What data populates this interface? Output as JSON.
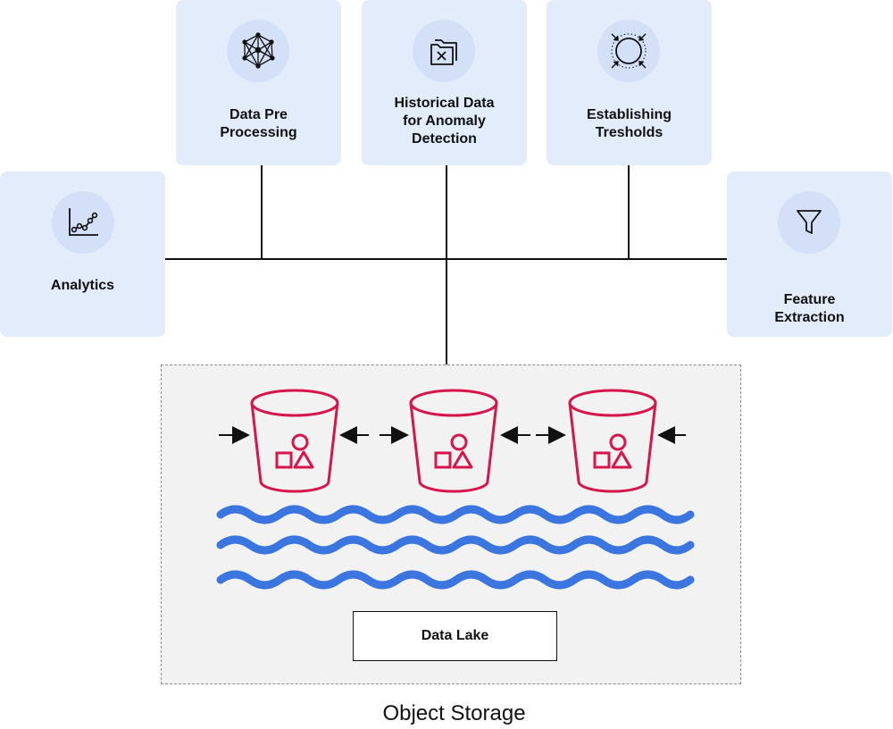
{
  "cards": {
    "preprocessing": {
      "label": "Data Pre\nProcessing",
      "icon": "network-mesh-icon"
    },
    "historical": {
      "label": "Historical Data\nfor Anomaly\nDetection",
      "icon": "folder-x-icon"
    },
    "thresholds": {
      "label": "Establishing\nTresholds",
      "icon": "circle-arrows-icon"
    },
    "analytics": {
      "label": "Analytics",
      "icon": "line-chart-icon"
    },
    "feature": {
      "label": "Feature\nExtraction",
      "icon": "funnel-icon"
    }
  },
  "data_lake": {
    "label": "Data Lake"
  },
  "object_storage": {
    "label": "Object Storage"
  },
  "colors": {
    "card_bg": "#e3ecfa",
    "icon_bg": "#d3e0f7",
    "bucket": "#d6154c",
    "wave": "#3a75e0",
    "storage_bg": "#f2f2f2"
  }
}
